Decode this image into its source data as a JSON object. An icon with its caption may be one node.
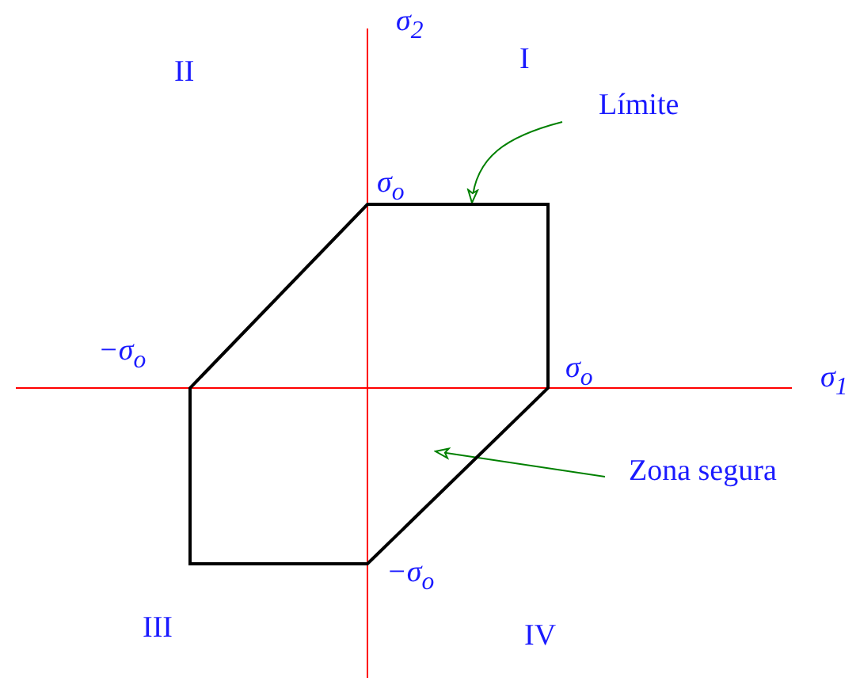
{
  "diagram": {
    "nodes": [
      {
        "text": [
          "Límite"
        ]
      },
      {
        "text": [
          "Zona segura"
        ]
      },
      {
        "text": [],
        "shape": "hexagon"
      }
    ],
    "edges": [
      {
        "from": 0,
        "to": 2,
        "arrow": "to"
      },
      {
        "from": 1,
        "to": 2,
        "arrow": "to"
      }
    ],
    "labels": [
      "σ$_{2}$",
      "II",
      "I",
      "σ$_{o}$",
      "−σ$_{o}$",
      "σ$_{o}$",
      "σ$_{1}$",
      "−σ$_{o}$",
      "III",
      "IV"
    ]
  }
}
